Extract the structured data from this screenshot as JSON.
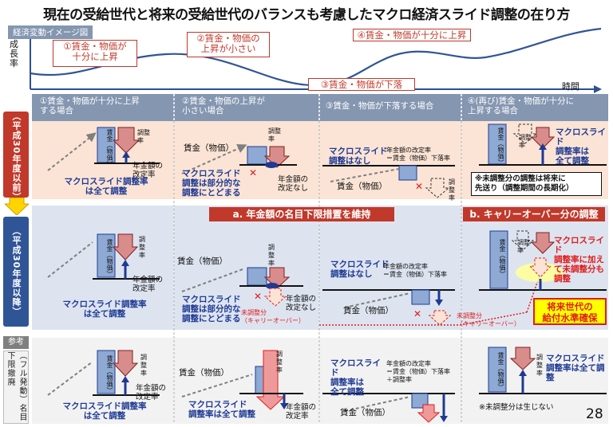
{
  "page_title": "現在の受給世代と将来の受給世代のバランスも考慮したマクロ経済スライド調整の在り方",
  "image_tag": "経済変動イメージ図",
  "y_axis_label": "成長率",
  "x_axis_label": "時間",
  "stages": {
    "s1": "①賃金・物価が\n十分に上昇",
    "s2": "②賃金・物価の\n上昇が小さい",
    "s3": "③賃金・物価が下落",
    "s4": "④賃金・物価が十分に上昇"
  },
  "column_headers": [
    "①賃金・物価が十分に上昇\nする場合",
    "②賃金・物価の上昇が\n小さい場合",
    "③賃金・物価が下落する場合",
    "④(再び)賃金・物価が十分に\n上昇する場合"
  ],
  "row_labels": {
    "r1": "（平成30年度以前）",
    "r2": "（平成30年度以降）",
    "r3_tag": "参考",
    "r3": "（フル発動）名目下限撤廃"
  },
  "banners": {
    "a": "a. 年金額の名目下限措置を維持",
    "b": "b. キャリーオーバー分の調整"
  },
  "texts": {
    "chingin_bukka": "賃金（物価）",
    "chingin_box": "賃金（物価）",
    "chouseiritsu": "調整率",
    "kaitei_ritsu": "年金額の\n改定率",
    "kaitei_nashi": "年金額の\n改定なし",
    "macro_all": "マクロスライド調整率\nは全て調整",
    "macro_partial": "マクロスライド\n調整は部分的な\n調整にとどまる",
    "macro_none": "マクロスライド\n調整はなし",
    "macro_all_short": "マクロスライド\n調整率は\n全て調整",
    "macro_all_3row": "マクロスライド\n調整率は全て調整",
    "macro_full_c3": "マクロスライド\n調整率は\n全て調整",
    "kaitei_eq_c3": "年金額の改定率\n＝賃金（物価）下落率",
    "kaitei_eq_c3r3": "年金額の改定率\n＝賃金（物価）下落率\n＋調整率",
    "mi_chousei": "未調整分\n（キャリーオーバー）",
    "note_r1c4": "※未調整分の調整は将来に\n先送り（調整期間の長期化）",
    "carry_c4": "マクロスライド\n調整率に加え\nて未調整分も\n調整",
    "future": "将来世代の\n給付水準確保",
    "note_r3c4": "※未調整分は生じない",
    "page_no": "28"
  },
  "colors": {
    "red_accent": "#e01c1c",
    "navy": "#1f3a93",
    "slate_header": "#8496b0",
    "row1_bg": "#fbe4d5",
    "row2_bg": "#dde4f0",
    "row3_bg": "#f2f2f2",
    "banner_red": "#c0392b",
    "future_yellow": "#ffff00"
  }
}
